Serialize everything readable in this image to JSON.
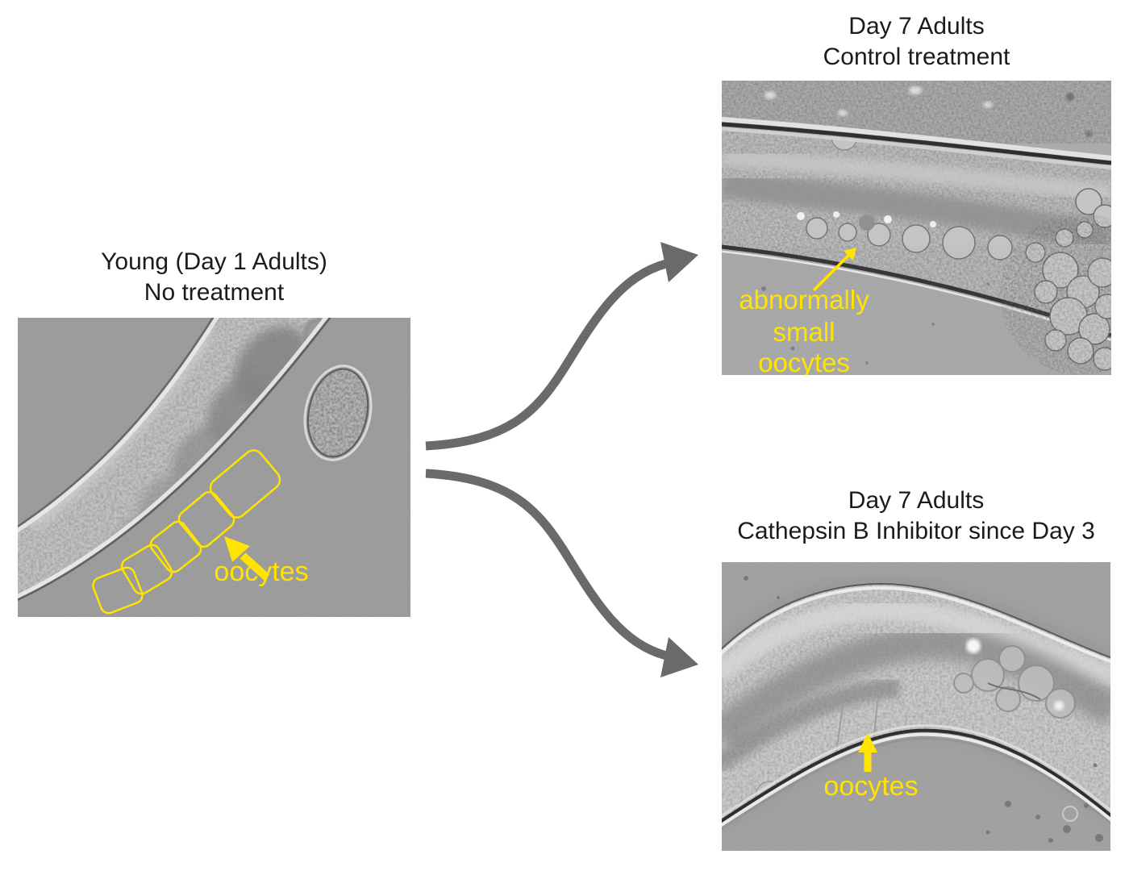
{
  "figure": {
    "colors": {
      "annotation_yellow": "#ffe400",
      "arrow_gray": "#6a6a6a",
      "title_color": "#1b1b1b"
    },
    "panels": {
      "young": {
        "title_line1": "Young (Day 1 Adults)",
        "title_line2": "No treatment",
        "annotation": "oocytes"
      },
      "control": {
        "title_line1": "Day 7 Adults",
        "title_line2": "Control treatment",
        "annotation_lines": [
          "abnormally",
          "small",
          "oocytes"
        ]
      },
      "inhibitor": {
        "title_line1": "Day 7 Adults",
        "title_line2": "Cathepsin B Inhibitor since Day 3",
        "annotation": "oocytes"
      }
    }
  }
}
